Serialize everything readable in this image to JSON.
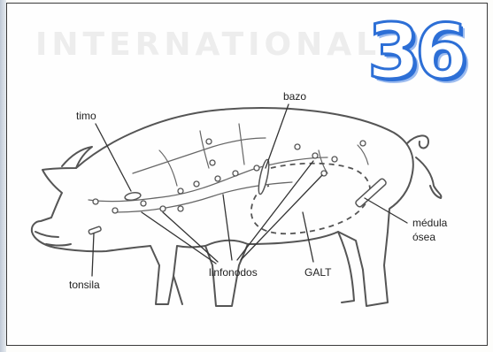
{
  "watermark": "INTERNATIONAL",
  "page_number": "36",
  "labels": {
    "timo": "timo",
    "bazo": "bazo",
    "medula_line1": "médula",
    "medula_line2": "ósea",
    "tonsila": "tonsila",
    "linfonodos": "linfonodos",
    "galt": "GALT"
  },
  "colors": {
    "outline": "#555555",
    "pointer": "#333333",
    "number_blue": "#2d6fd6"
  }
}
